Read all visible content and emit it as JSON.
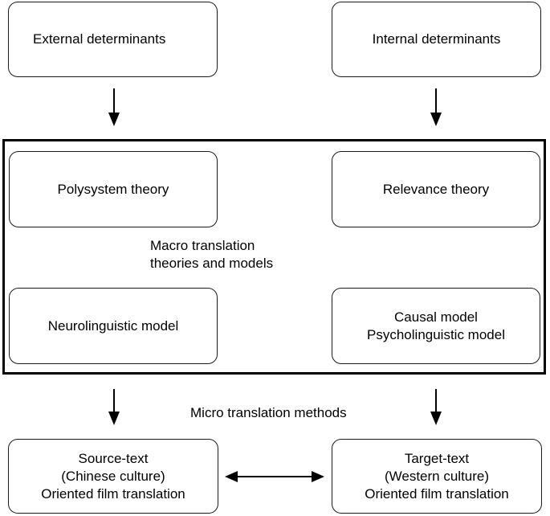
{
  "top_boxes": {
    "external": "External determinants",
    "internal": "Internal determinants"
  },
  "macro": {
    "polysystem": "Polysystem theory",
    "relevance": "Relevance theory",
    "label_line1": "Macro translation",
    "label_line2": "theories and models",
    "neurolinguistic": "Neurolinguistic model",
    "causal_line1": "Causal model",
    "causal_line2": "Psycholinguistic model"
  },
  "micro_label": "Micro translation methods",
  "bottom_boxes": {
    "source_line1": "Source-text",
    "source_line2": "(Chinese culture)",
    "source_line3": "Oriented film translation",
    "target_line1": "Target-text",
    "target_line2": "(Western culture)",
    "target_line3": "Oriented film translation"
  }
}
